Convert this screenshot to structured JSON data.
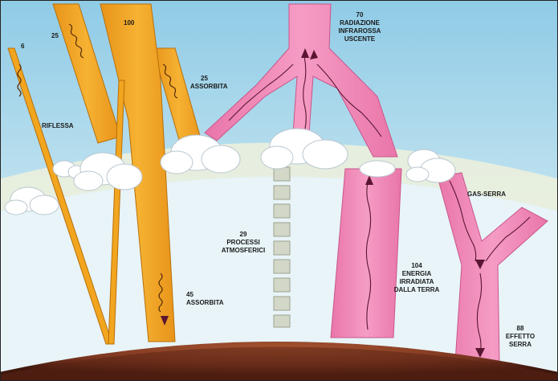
{
  "labels": {
    "v6": "6",
    "v25_left": "25",
    "v100": "100",
    "riflessa": "RIFLESSA",
    "v25_abs": "25",
    "assorbita_top": "ASSORBITA",
    "v70": "70",
    "radiazione": "RADIAZIONE",
    "infrarossa": "INFRAROSSA",
    "uscente": "USCENTE",
    "gas_serra": "GAS-SERRA",
    "v29": "29",
    "processi": "PROCESSI",
    "atmosferici": "ATMOSFERICI",
    "v104": "104",
    "energia": "ENERGIA",
    "irradiata": "IRRADIATA",
    "dalla_terra": "DALLA TERRA",
    "v45": "45",
    "assorbita_bottom": "ASSORBITA",
    "v88": "88",
    "effetto": "EFFETTO",
    "serra": "SERRA"
  },
  "colors": {
    "sky_top": "#8fcbe6",
    "sky_mid": "#cfe9f3",
    "atmosphere_band": "#eef2df",
    "lower_air": "#e6f3f7",
    "solar_stream": "#f2a51f",
    "solar_edge": "#b86f0a",
    "infrared_stream": "#ef86b4",
    "infrared_edge": "#c9558b",
    "earth_light": "#9a4b2c",
    "earth_dark": "#4a1d10",
    "clouds": "#ffffff",
    "blocks": "#d3d7c8"
  }
}
